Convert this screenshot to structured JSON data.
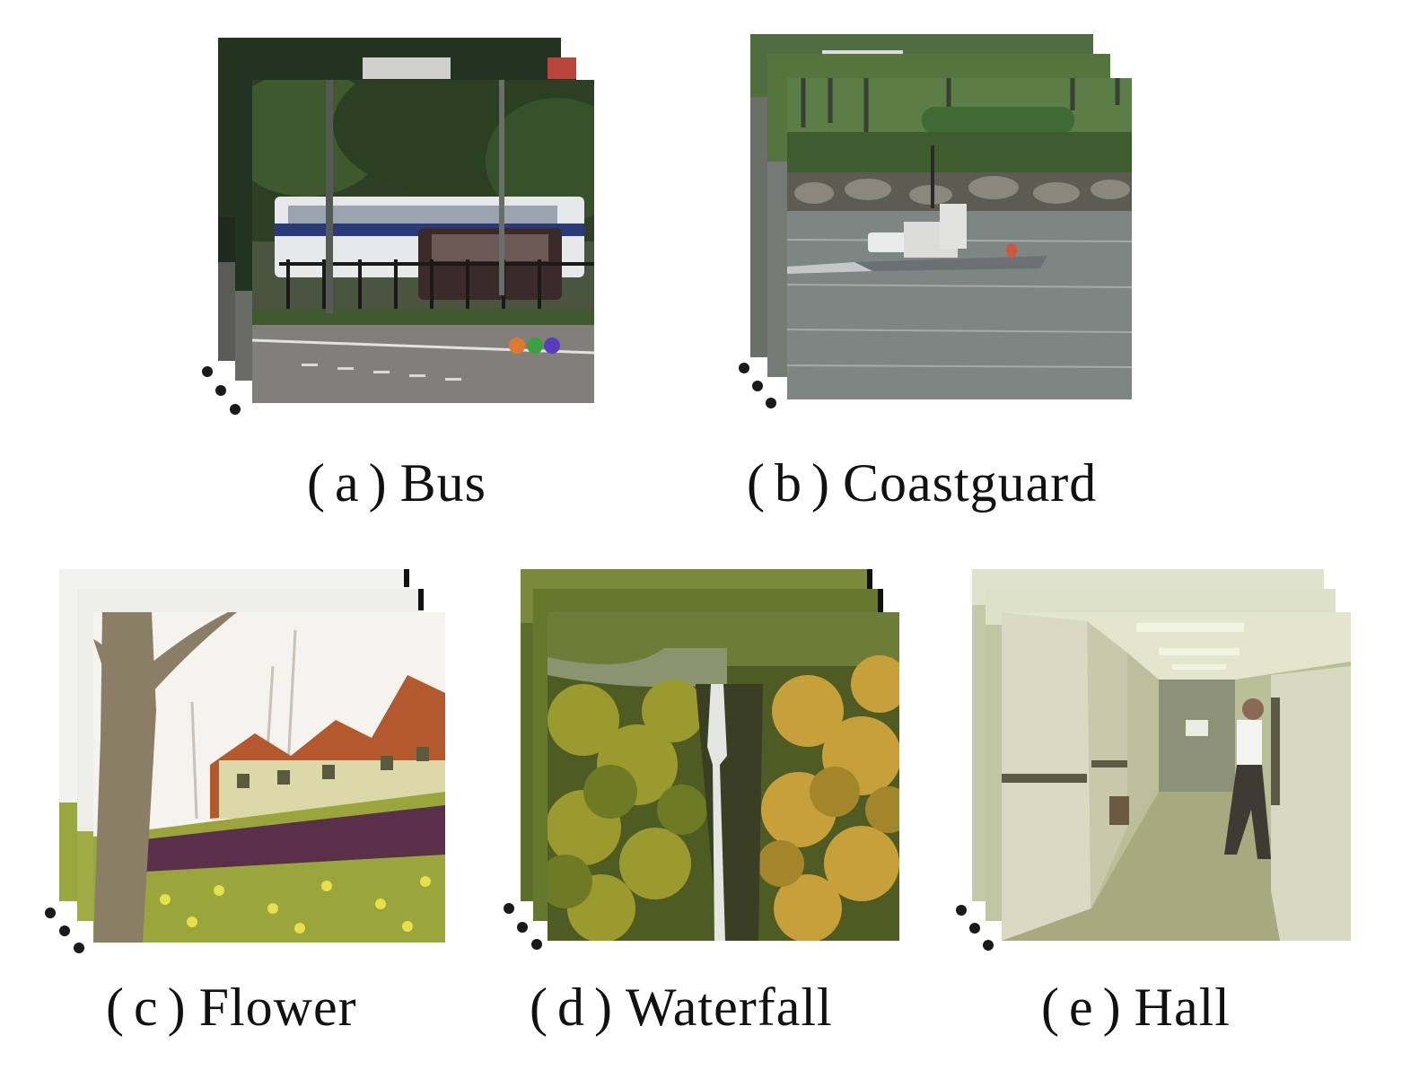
{
  "figure": {
    "panels": [
      {
        "id": "a",
        "letter": "a",
        "name": "Bus"
      },
      {
        "id": "b",
        "letter": "b",
        "name": "Coastguard"
      },
      {
        "id": "c",
        "letter": "c",
        "name": "Flower"
      },
      {
        "id": "d",
        "letter": "d",
        "name": "Waterfall"
      },
      {
        "id": "e",
        "letter": "e",
        "name": "Hall"
      }
    ],
    "paren_open": "(",
    "paren_close": ")"
  }
}
